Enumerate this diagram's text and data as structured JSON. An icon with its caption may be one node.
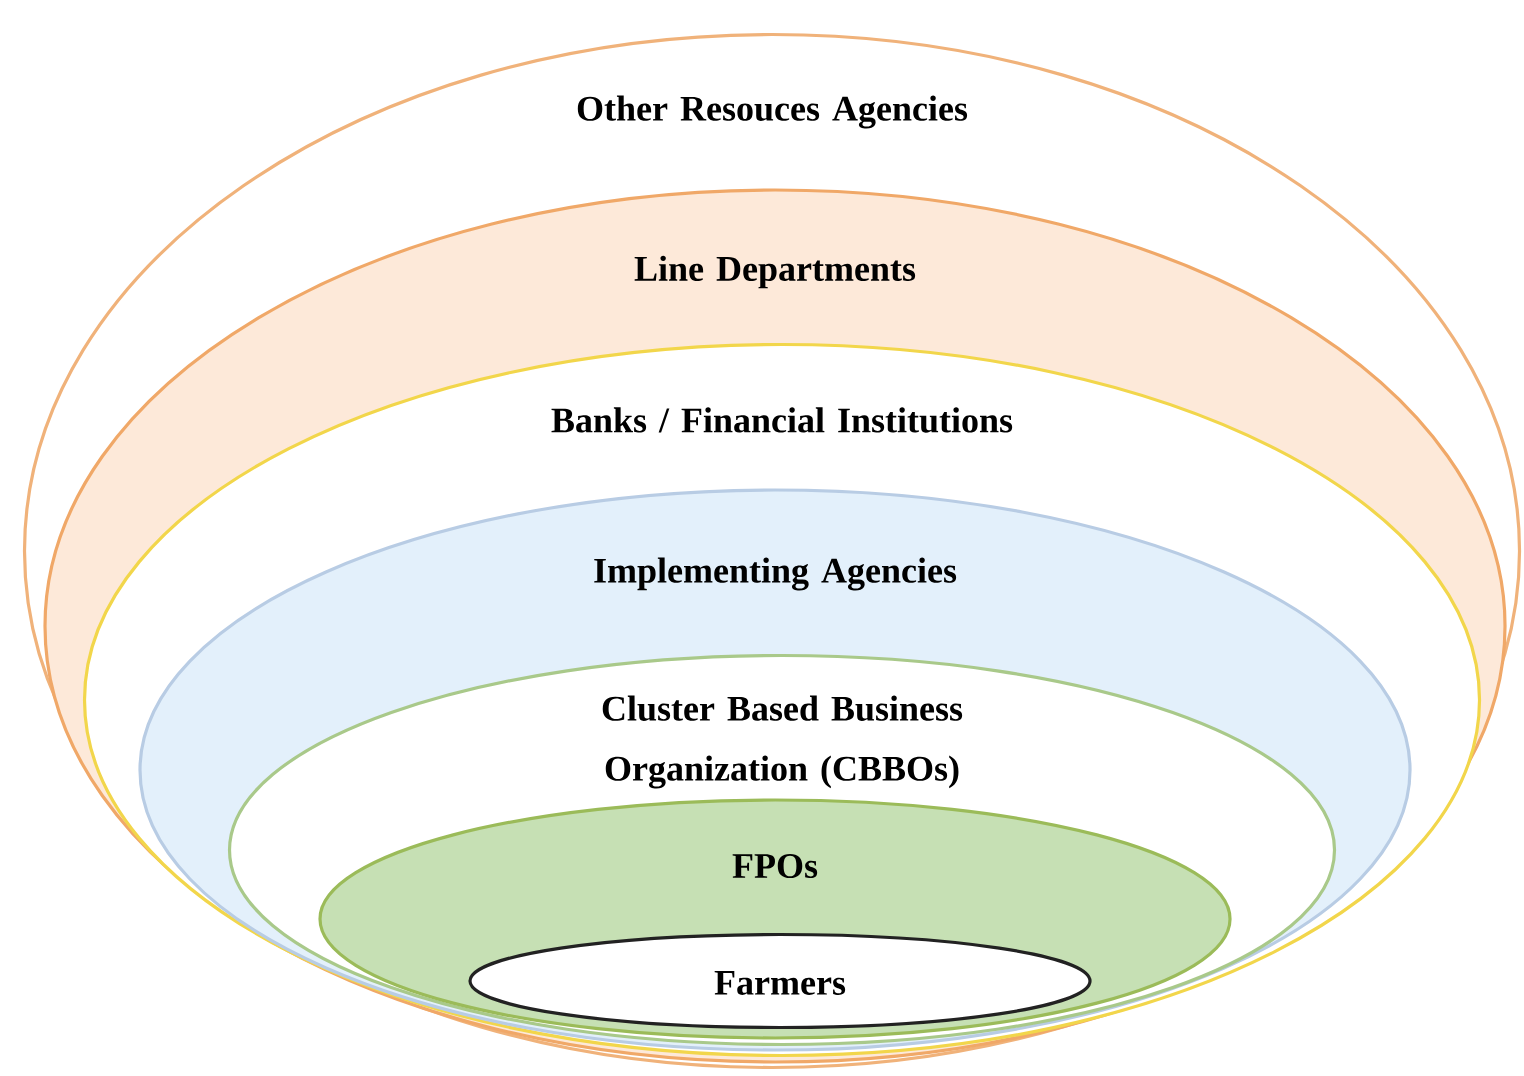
{
  "diagram": {
    "nodes": [
      {
        "text": [
          "Other Resouces Agencies"
        ]
      },
      {
        "text": [
          "Line Departments"
        ],
        "in": 0
      },
      {
        "text": [
          "Banks / Financial Institutions"
        ],
        "in": 1
      },
      {
        "text": [
          "Implementing Agencies"
        ],
        "in": 2
      },
      {
        "text": [
          "Cluster Based Business Organization (CBBOs)"
        ],
        "in": 3
      },
      {
        "text": [
          "FPOs"
        ],
        "in": 4
      },
      {
        "text": [
          "Farmers"
        ],
        "in": 5
      }
    ]
  }
}
